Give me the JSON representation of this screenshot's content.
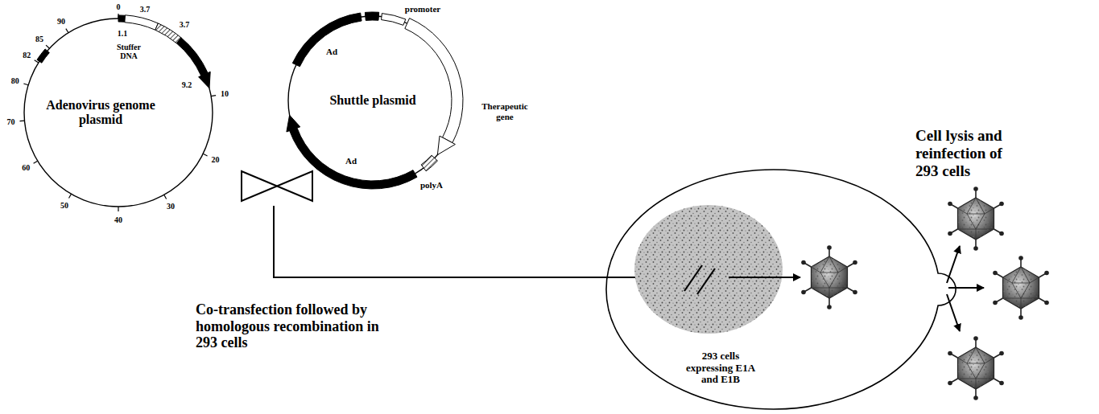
{
  "diagram": {
    "nodes": [
      {
        "text": [
          "Adenovirus genome plasmid"
        ]
      },
      {
        "text": [
          "Shuttle plasmid"
        ]
      },
      {
        "text": [
          "293 cells expressing E1A and E1B"
        ]
      }
    ],
    "labels": [
      "0",
      "3.7",
      "1.1",
      "Stuffer DNA",
      "3.7",
      "9.2",
      "10",
      "90",
      "82",
      "85",
      "80",
      "70",
      "60",
      "50",
      "40",
      "30",
      "20",
      "Ad",
      "promoter",
      "Therapeutic gene",
      "polyA",
      "Ad",
      "Co-transfection followed by homologous recombination in 293 cells",
      "Cell lysis and reinfection of 293 cells"
    ]
  }
}
